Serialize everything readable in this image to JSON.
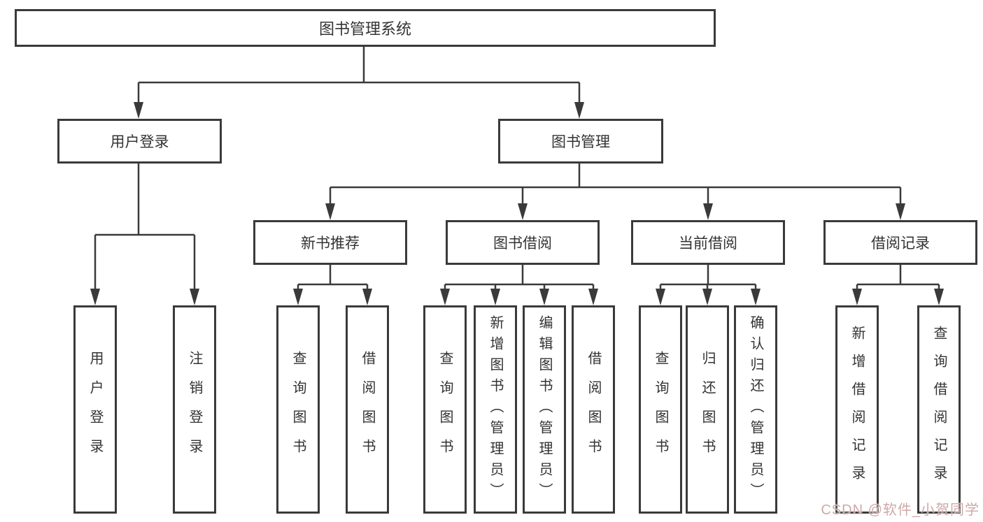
{
  "tree": {
    "root": {
      "label": "图书管理系统"
    },
    "branches": [
      {
        "label": "用户登录",
        "children": [
          {
            "label": "用户登录"
          },
          {
            "label": "注销登录"
          }
        ]
      },
      {
        "label": "图书管理",
        "groups": [
          {
            "label": "新书推荐",
            "children": [
              {
                "label": "查询图书"
              },
              {
                "label": "借阅图书"
              }
            ]
          },
          {
            "label": "图书借阅",
            "children": [
              {
                "label": "查询图书"
              },
              {
                "label": "新增图书（管理员）"
              },
              {
                "label": "编辑图书（管理员）"
              },
              {
                "label": "借阅图书"
              }
            ]
          },
          {
            "label": "当前借阅",
            "children": [
              {
                "label": "查询图书"
              },
              {
                "label": "归还图书"
              },
              {
                "label": "确认归还（管理员）"
              }
            ]
          },
          {
            "label": "借阅记录",
            "children": [
              {
                "label": "新增借阅记录"
              },
              {
                "label": "查询借阅记录"
              }
            ]
          }
        ]
      }
    ]
  },
  "watermark": {
    "text": "CSDN @软件_小贺同学"
  },
  "colors": {
    "line": "#3a3a3a",
    "text": "#333333",
    "background": "#ffffff",
    "watermark": "#cfa8a8"
  }
}
